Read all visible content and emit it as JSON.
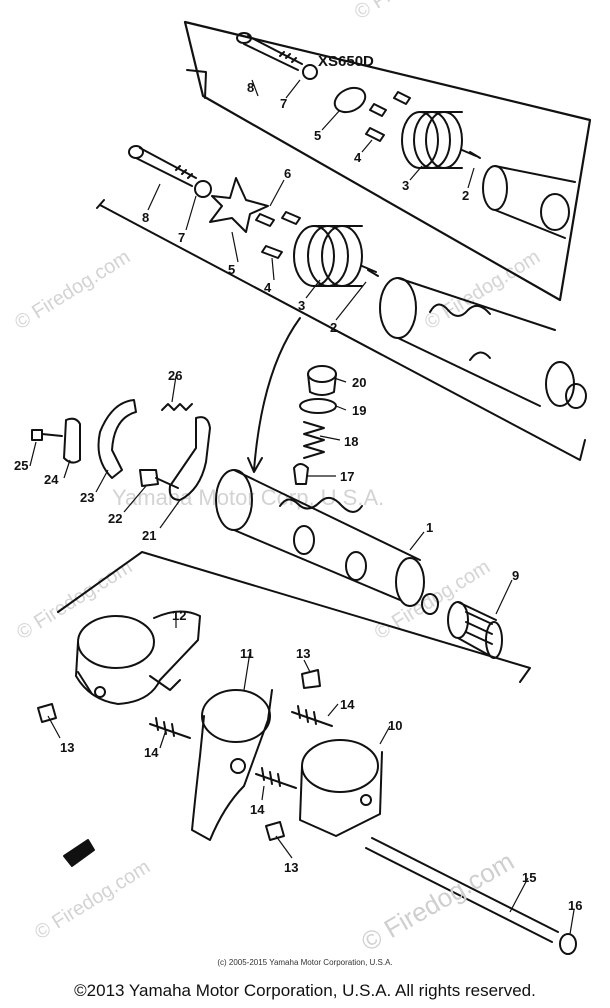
{
  "diagram": {
    "model_label": "XS650D",
    "watermark_center": "Yamaha Motor Corp, U.S.A.",
    "watermark_brand": "© Firedog.com",
    "watermark_brand_large": "© Firedog.com",
    "copyright_small": "(c) 2005-2015 Yamaha Motor Corporation, U.S.A.",
    "copyright_main": "©2013 Yamaha Motor Corporation, U.S.A. All rights reserved."
  },
  "callouts": {
    "c1": "1",
    "c2a": "2",
    "c2b": "2",
    "c3a": "3",
    "c3b": "3",
    "c4a": "4",
    "c4b": "4",
    "c5a": "5",
    "c5b": "5",
    "c6": "6",
    "c7a": "7",
    "c7b": "7",
    "c8a": "8",
    "c8b": "8",
    "c9": "9",
    "c10": "10",
    "c11": "11",
    "c12": "12",
    "c13a": "13",
    "c13b": "13",
    "c13c": "13",
    "c14a": "14",
    "c14b": "14",
    "c14c": "14",
    "c15": "15",
    "c16": "16",
    "c17": "17",
    "c18": "18",
    "c19": "19",
    "c20": "20",
    "c21": "21",
    "c22": "22",
    "c23": "23",
    "c24": "24",
    "c25": "25",
    "c26": "26"
  }
}
